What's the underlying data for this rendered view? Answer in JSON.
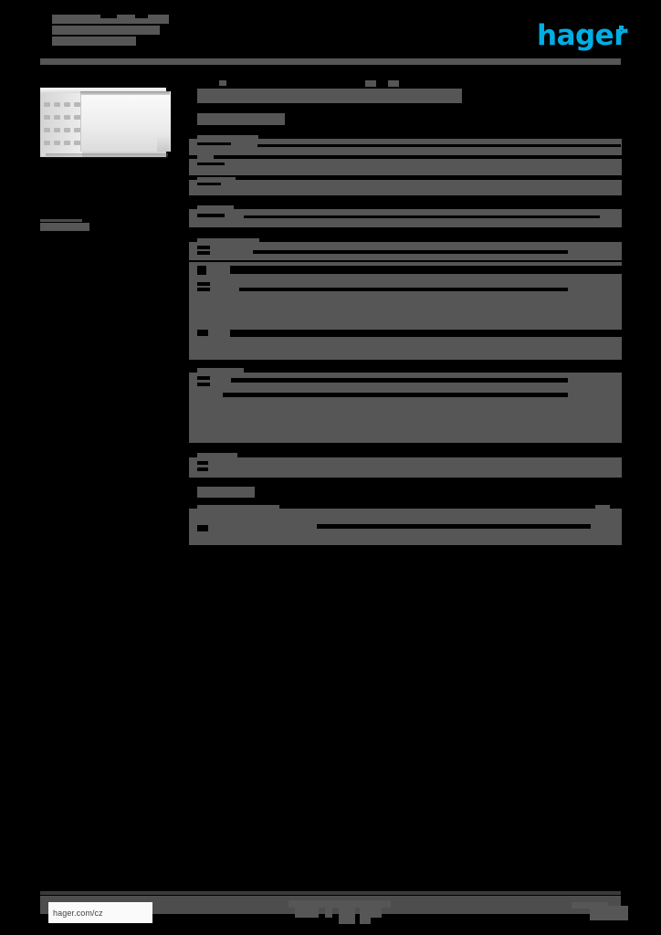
{
  "document": {
    "type": "product-datasheet",
    "page_background": "#000000",
    "redaction_color": "#565656",
    "brand_color": "#00AEE5",
    "header": {
      "title_lines": [
        "",
        "",
        ""
      ],
      "logo_text": "hager"
    },
    "left_column": {
      "product_image_alt": "cable trunking duct",
      "caption": ""
    },
    "main": {
      "heading": "",
      "subheading": "",
      "tables": [
        {
          "id": "block-1",
          "rows": [
            {
              "key": "",
              "value": ""
            },
            {
              "key": "",
              "value": ""
            },
            {
              "key": "",
              "value": ""
            }
          ]
        },
        {
          "id": "block-2",
          "rows": [
            {
              "key": "",
              "value": ""
            }
          ]
        },
        {
          "id": "block-3",
          "rows": [
            {
              "key": "",
              "value": ""
            },
            {
              "key": "",
              "value": ""
            },
            {
              "key": "",
              "value": ""
            },
            {
              "key": "",
              "value": ""
            },
            {
              "key": "",
              "value": ""
            },
            {
              "key": "",
              "value": ""
            }
          ]
        },
        {
          "id": "block-4",
          "rows": [
            {
              "key": "",
              "value": ""
            },
            {
              "key": "",
              "value": ""
            },
            {
              "key": "",
              "value": ""
            }
          ]
        },
        {
          "id": "block-5",
          "rows": [
            {
              "key": "",
              "value": ""
            }
          ]
        },
        {
          "id": "block-6",
          "subheading": "",
          "rows": [
            {
              "key": "",
              "value": ""
            },
            {
              "key": "",
              "value": ""
            }
          ]
        }
      ]
    },
    "footer": {
      "url": "hager.com/cz",
      "center_text": "",
      "right_text": ""
    }
  }
}
